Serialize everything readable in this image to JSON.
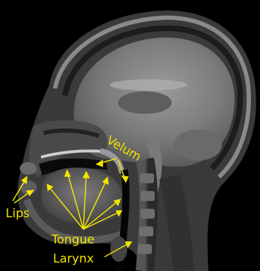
{
  "labels": {
    "velum": "Velum",
    "lips": "Lips",
    "tongue": "Tongue",
    "larynx": "Larynx"
  },
  "colors": {
    "annotation": "#f2e600",
    "background": "#000000"
  }
}
